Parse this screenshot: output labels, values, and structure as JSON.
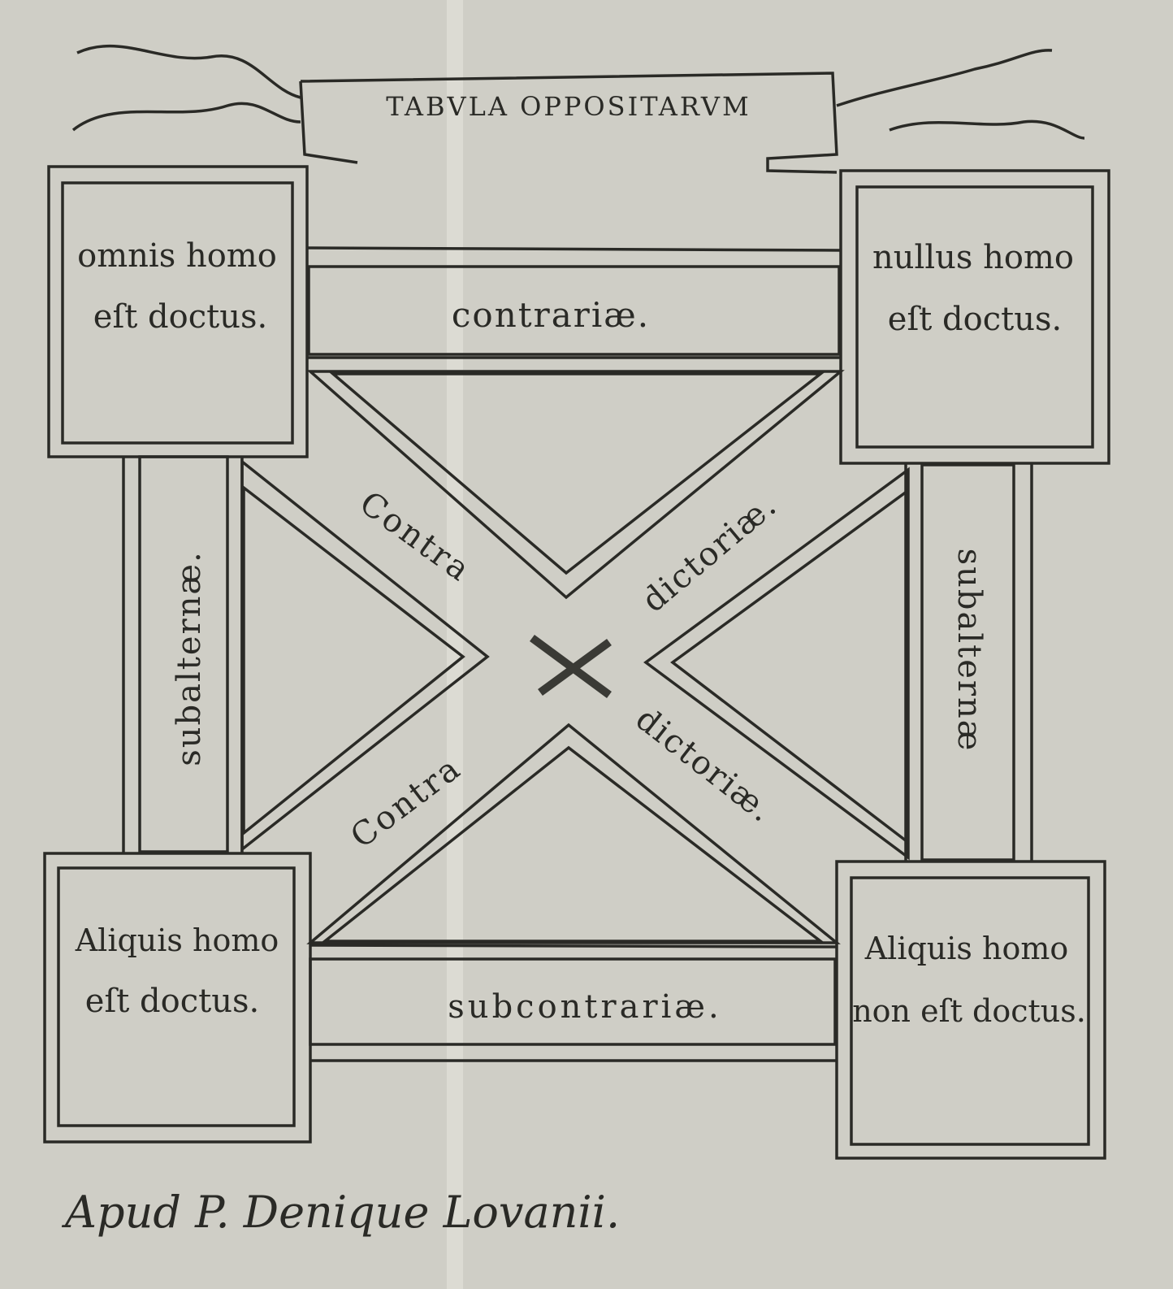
{
  "title": "TABVLA OPPOSITARVM",
  "corners": {
    "top_left": [
      "omnis homo",
      "eſt doctus."
    ],
    "top_right": [
      "nullus homo",
      "eſt doctus."
    ],
    "bottom_left": [
      "Aliquis homo",
      "eſt doctus."
    ],
    "bottom_right": [
      "Aliquis homo",
      "non eſt doctus."
    ]
  },
  "relations": {
    "top": "contrariæ.",
    "bottom": "subcontrariæ.",
    "left": "subalternæ.",
    "right": "subalternæ",
    "diag_tl": "Contra",
    "diag_tr": "dictoriæ.",
    "diag_bl": "Contra",
    "diag_br": "dictoriæ."
  },
  "imprint": "Apud P. Denique Lovanii."
}
